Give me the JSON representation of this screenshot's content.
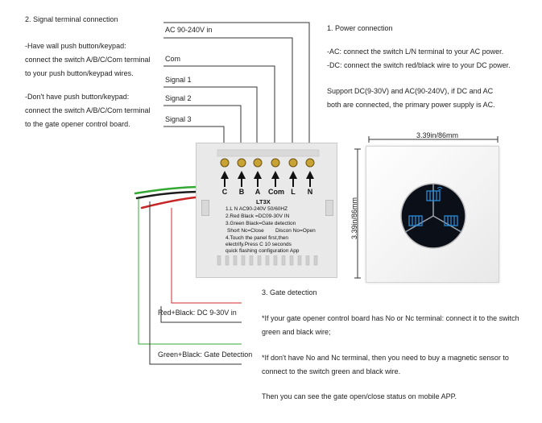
{
  "signal_section": {
    "heading": "2. Signal terminal connection",
    "wall_lines": [
      "-Have wall push button/keypad:",
      "connect the switch A/B/C/Com terminal",
      "to your push button/keypad wires."
    ],
    "nowall_lines": [
      "-Don't have push button/keypad:",
      "connect the switch A/B/C/Com terminal",
      "to the gate opener control board."
    ]
  },
  "wire_labels": {
    "ac": "AC 90-240V in",
    "com": "Com",
    "signal1": "Signal 1",
    "signal2": "Signal 2",
    "signal3": "Signal 3",
    "dc": "Red+Black: DC 9-30V in",
    "gate": "Green+Black: Gate Detection"
  },
  "power_section": {
    "heading": "1. Power connection",
    "lines": [
      "-AC: connect the switch L/N terminal to your AC power.",
      "-DC: connect the switch red/black wire to your DC power."
    ],
    "support_lines": [
      "Support DC(9-30V) and AC(90-240V), if DC and AC",
      "both are connected, the primary power supply is AC."
    ]
  },
  "module": {
    "terminals": [
      "C",
      "B",
      "A",
      "Com",
      "L",
      "N"
    ],
    "model": "LT3X",
    "specs": [
      "1.L N AC90-240V 50/60HZ",
      "2.Red Black =DC09-30V IN",
      "3.Green Black=Gate detection"
    ],
    "detect_left": "Short Nc=Close",
    "detect_right": "Discon No=Open",
    "notes": [
      "4.Touch the panel first,then",
      "electrify.Press C 10 seconds",
      "quick flashing configuration App"
    ]
  },
  "panel": {
    "width_label": "3.39in/86mm",
    "height_label": "3.39in/86mm"
  },
  "gate_section": {
    "heading": "3. Gate detection",
    "para1": [
      "*If your gate opener control board has No or Nc terminal: connect it to the switch",
      "green and black wire;"
    ],
    "para2": [
      "*If don't have No and Nc terminal, then you need to buy a magnetic sensor to",
      "connect to the switch green and black wire."
    ],
    "para3": "Then you can see the gate open/close status on mobile APP."
  },
  "colors": {
    "red_wire": "#d62b2b",
    "green_wire": "#33a833",
    "black_wire": "#222222",
    "panel_disc": "#0b0f18",
    "panel_icon": "#2a8bd6"
  }
}
